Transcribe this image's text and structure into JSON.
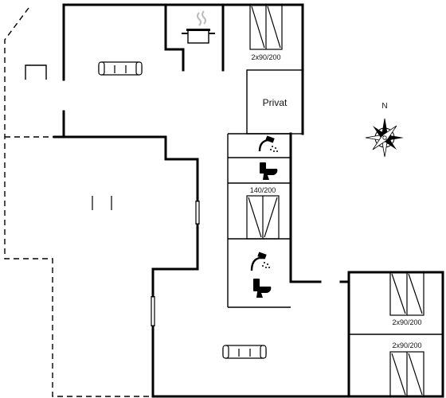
{
  "labels": {
    "bed_top": "2x90/200",
    "private_room": "Privat",
    "bed_middle": "140/200",
    "bed_right_upper": "2x90/200",
    "bed_right_lower": "2x90/200",
    "compass_north": "N"
  },
  "colors": {
    "wall": "#000000",
    "background": "#ffffff",
    "steam": "#bbbbbb"
  },
  "icons": {
    "kitchen": "cooking-pot-icon",
    "sofa": "sofa-icon",
    "shower": "shower-icon",
    "toilet": "toilet-icon",
    "bed": "bed-icon",
    "compass": "compass-rose-icon"
  }
}
